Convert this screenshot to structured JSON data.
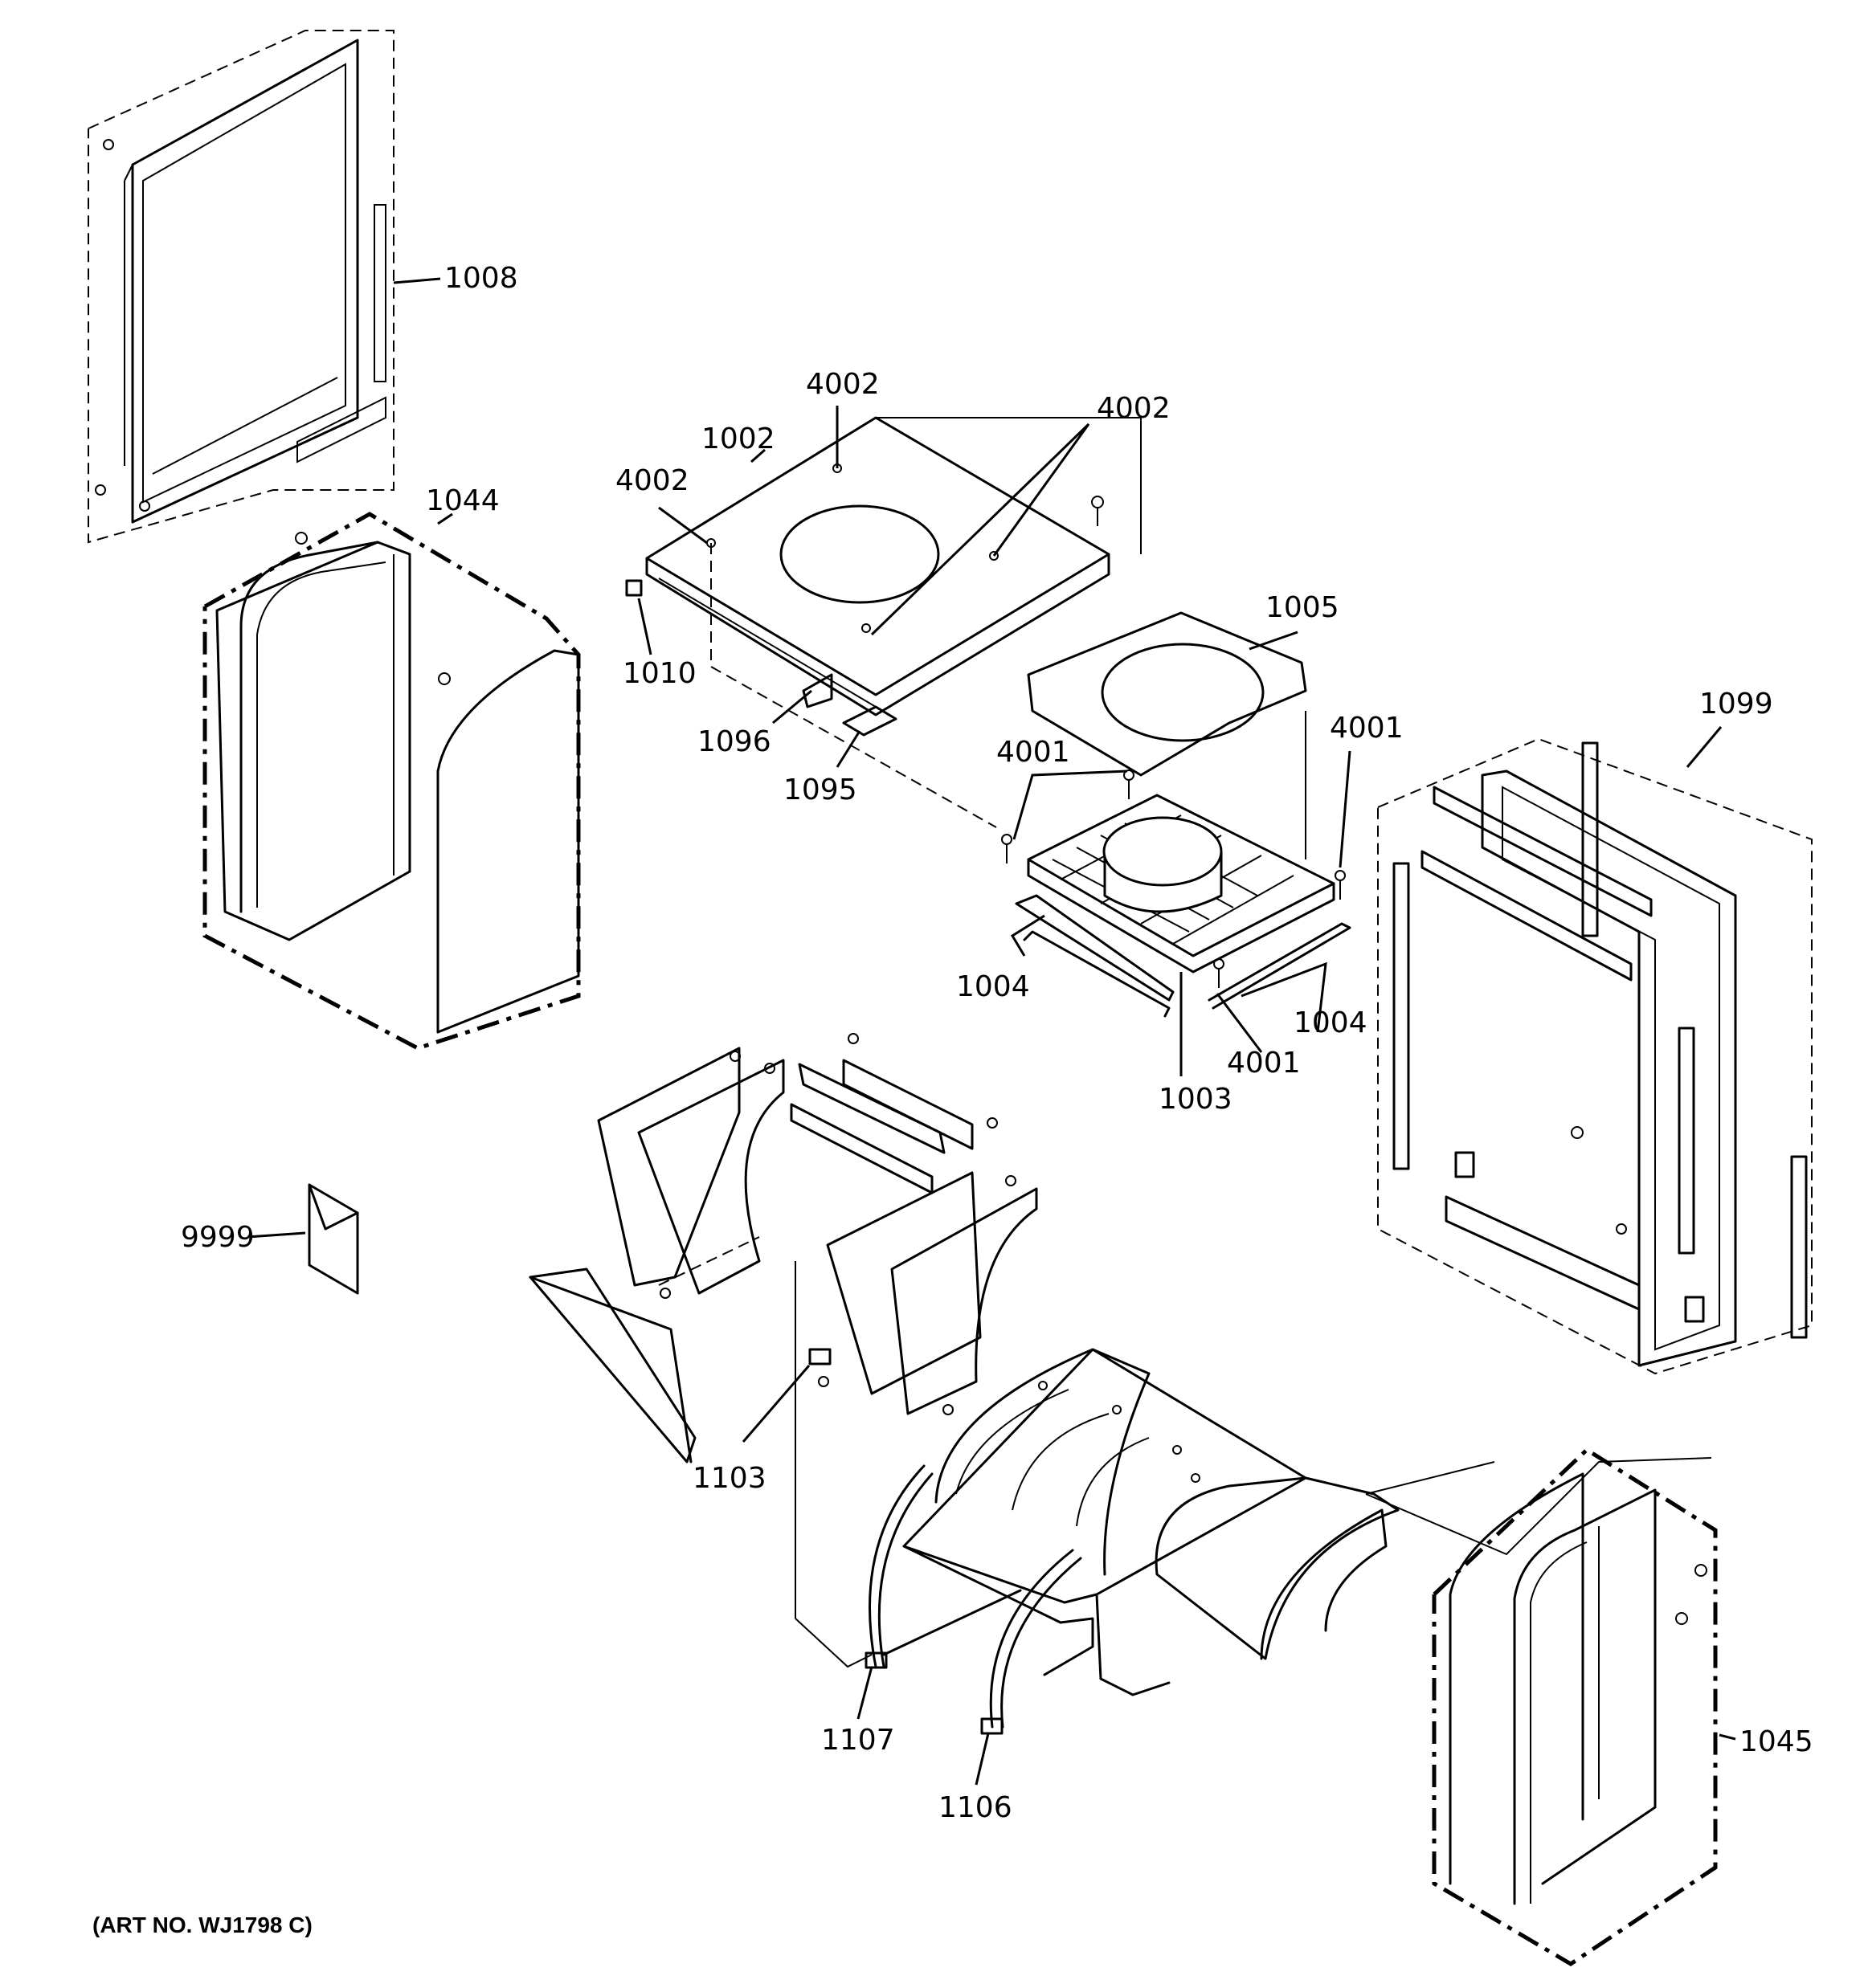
{
  "art_number": "(ART NO. WJ1798 C)",
  "callouts": {
    "c1008": "1008",
    "c1044": "1044",
    "c1002": "1002",
    "c4002a": "4002",
    "c4002b": "4002",
    "c4002c": "4002",
    "c1010": "1010",
    "c1096": "1096",
    "c1095": "1095",
    "c1005": "1005",
    "c4001a": "4001",
    "c4001b": "4001",
    "c4001c": "4001",
    "c1099": "1099",
    "c1004a": "1004",
    "c1004b": "1004",
    "c1003": "1003",
    "c9999": "9999",
    "c1103": "1103",
    "c1107": "1107",
    "c1106": "1106",
    "c1045": "1045"
  }
}
